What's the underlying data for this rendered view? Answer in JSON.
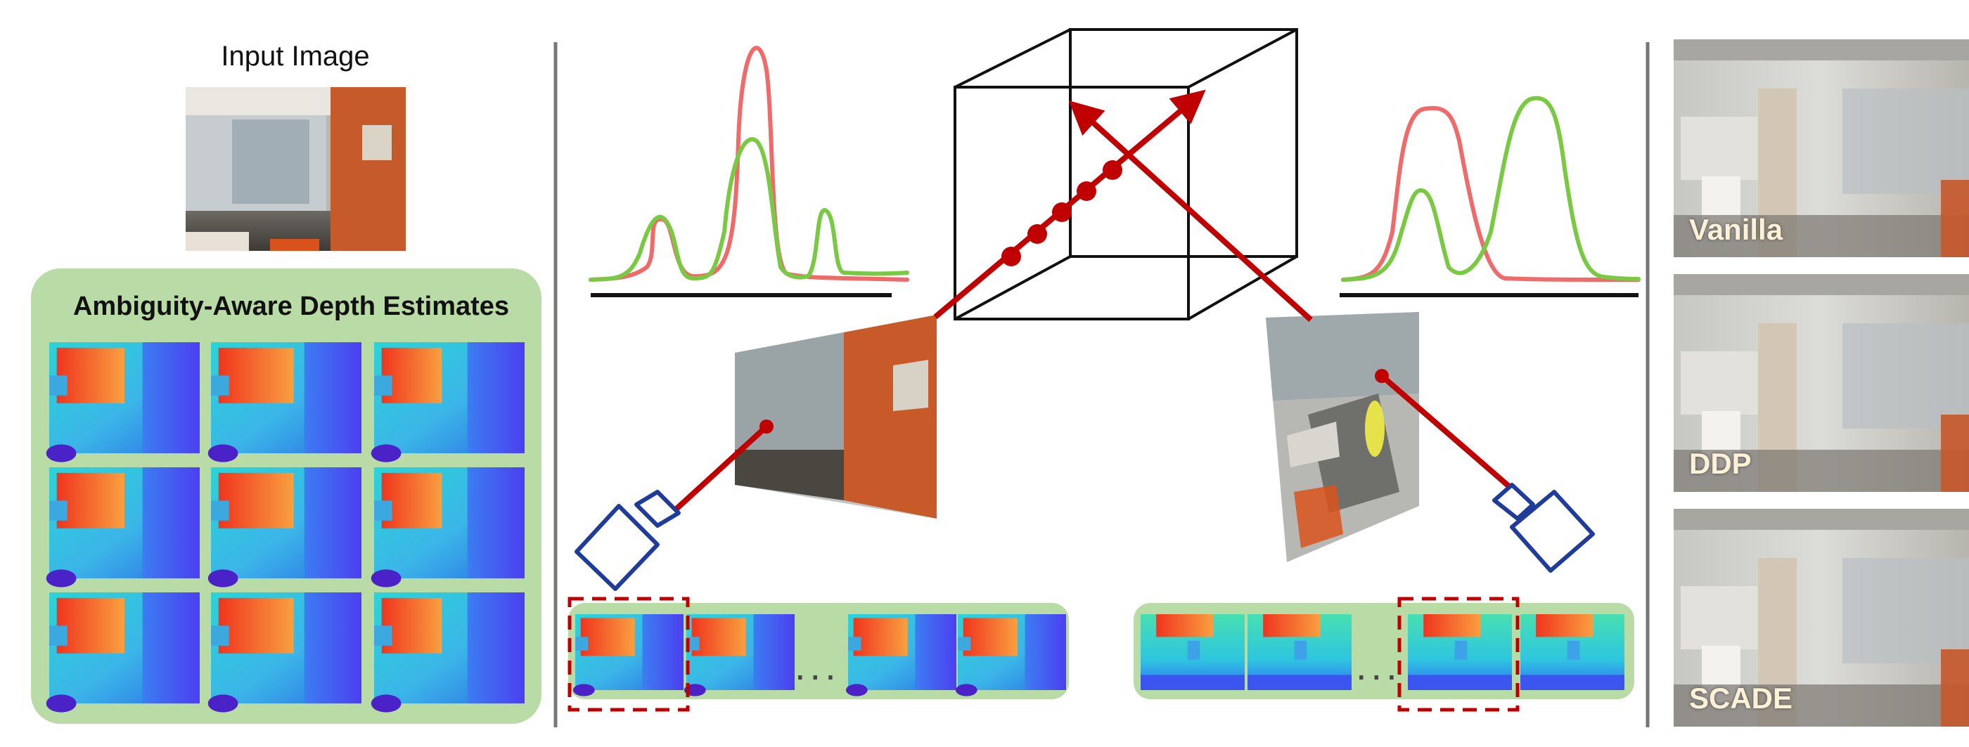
{
  "input_title": "Input Image",
  "panel_title": "Ambiguity-Aware Depth Estimates",
  "methods": [
    "Vanilla",
    "DDP",
    "SCADE"
  ],
  "ellipsis": "...",
  "colors": {
    "panel_green": "#b9dba5",
    "ray_red": "#c00000",
    "camera_blue": "#1f3c9a",
    "curve_red": "#f06a6a",
    "curve_green": "#7ac943",
    "divider_gray": "#777777"
  }
}
